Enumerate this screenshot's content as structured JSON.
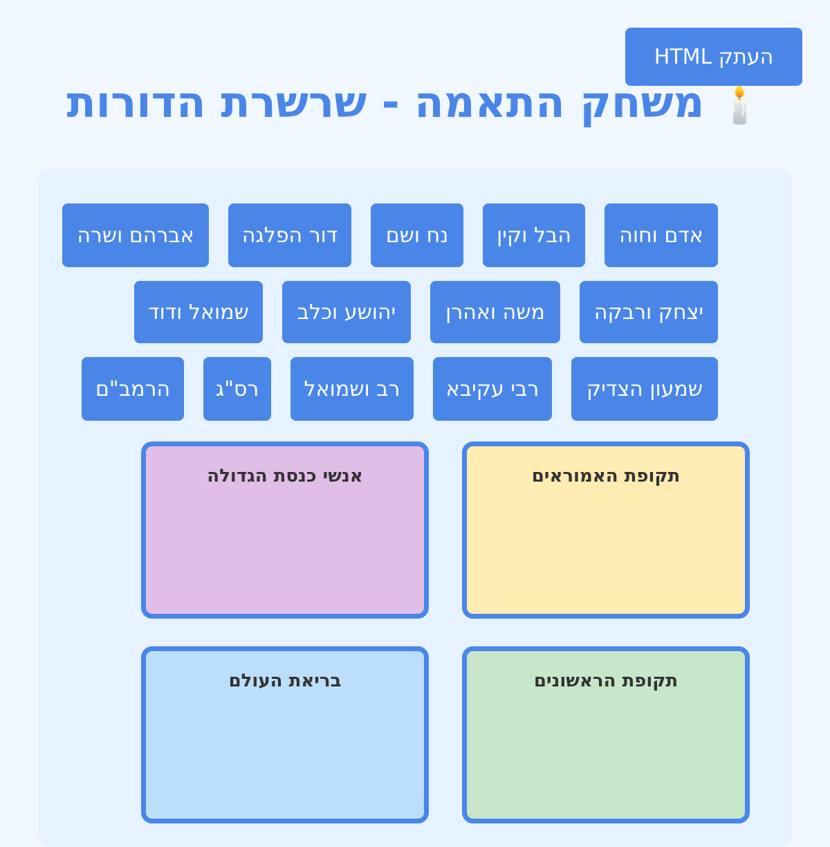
{
  "copy_button": "העתק HTML",
  "title": "משחק התאמה - שרשרת הדורות",
  "title_icon": "🕯️",
  "rows": [
    [
      "אדם וחוה",
      "הבל וקין",
      "נח ושם",
      "דור הפלגה",
      "אברהם ושרה"
    ],
    [
      "יצחק ורבקה",
      "משה ואהרן",
      "יהושע וכלב",
      "שמואל ודוד"
    ],
    [
      "שמעון הצדיק",
      "רבי עקיבא",
      "רב ושמואל",
      "רס\"ג",
      "הרמב\"ם"
    ]
  ],
  "zones": [
    {
      "label": "תקופת האמוראים",
      "color": "#ffecb3"
    },
    {
      "label": "אנשי כנסת הגדולה",
      "color": "#e1bee7"
    },
    {
      "label": "תקופת הראשונים",
      "color": "#c8e6c9"
    },
    {
      "label": "בריאת העולם",
      "color": "#bbdefb"
    }
  ]
}
